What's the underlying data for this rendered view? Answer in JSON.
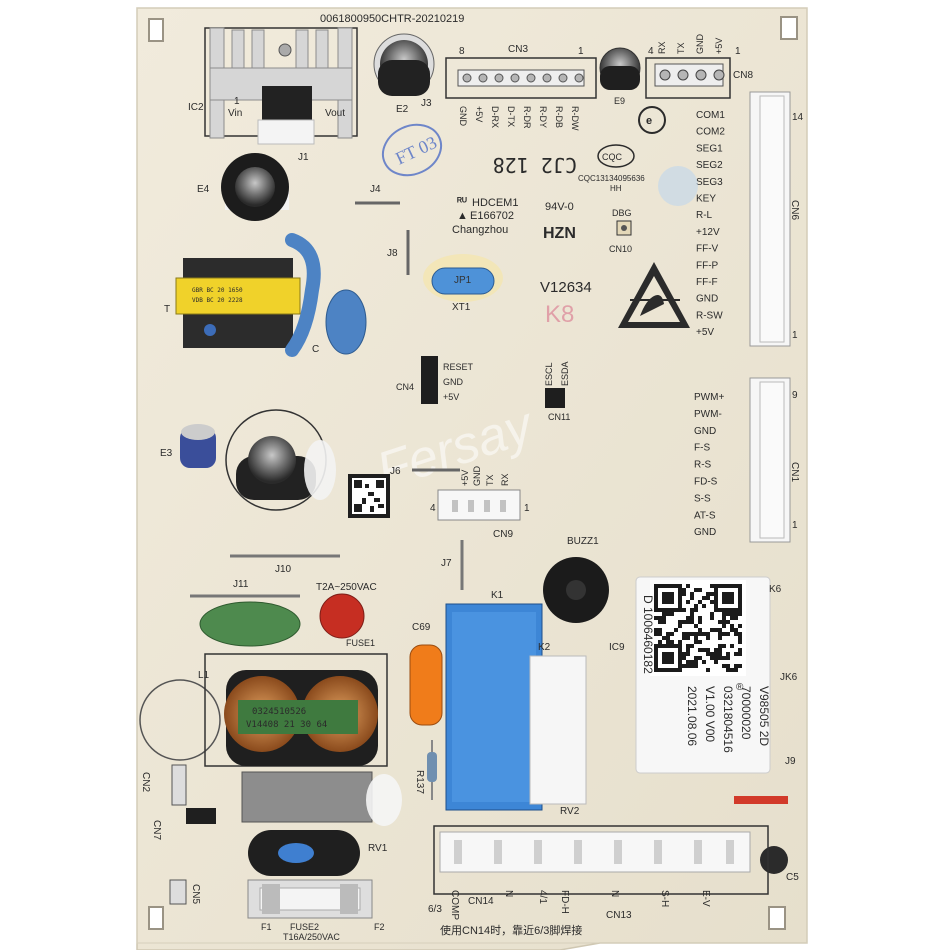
{
  "board": {
    "part_number": "0061800950CHTR-20210219",
    "colors": {
      "board": "#ece5d3",
      "silk": "#2b2b2b",
      "capacitor_blue": "#3b78c2",
      "relay_blue": "#3d86d6",
      "label_white": "#f7f7f7",
      "fuse_red": "#c62e22"
    }
  },
  "regulator": {
    "ic_label": "IC2",
    "pin1": "1",
    "vin": "Vin",
    "vout": "Vout",
    "jumper": "J1"
  },
  "cn3": {
    "name": "CN3",
    "pin_left": "8",
    "pin_right": "1",
    "pins": [
      "GND",
      "+5V",
      "D-RX",
      "D-TX",
      "R-DR",
      "R-DY",
      "R-DB",
      "R-DW"
    ]
  },
  "cn8": {
    "name": "CN8",
    "pin4": "4",
    "pin1": "1",
    "pins": [
      "RX",
      "TX",
      "GND",
      "+5V"
    ]
  },
  "cn6": {
    "name": "CN6",
    "pin_top": "14",
    "pin_bottom": "1",
    "pins": [
      "COM1",
      "COM2",
      "SEG1",
      "SEG2",
      "SEG3",
      "KEY",
      "R-L",
      "+12V",
      "FF-V",
      "FF-P",
      "FF-F",
      "GND",
      "R-SW",
      "+5V"
    ]
  },
  "cn1": {
    "name": "CN1",
    "pin_top": "9",
    "pin_bottom": "1",
    "pins": [
      "PWM+",
      "PWM-",
      "GND",
      "F-S",
      "R-S",
      "FD-S",
      "S-S",
      "AT-S",
      "GND"
    ]
  },
  "cn4": {
    "name": "CN4",
    "pins": [
      "RESET",
      "GND",
      "+5V"
    ]
  },
  "cn11": {
    "name": "CN11",
    "pins": [
      "ESCL",
      "ESDA"
    ]
  },
  "cn9": {
    "name": "CN9",
    "pin_left": "4",
    "pin_right": "1",
    "pins": [
      "+5V",
      "GND",
      "TX",
      "RX"
    ]
  },
  "cn10": {
    "name": "CN10",
    "label": "DBG"
  },
  "markings": {
    "cj": "CJ2 128",
    "stamp": "FT 03",
    "ul1": "HDCEM1",
    "ul2": "E166702",
    "ul3": "Changzhou",
    "v0": "94V-0",
    "hzn": "HZN",
    "xtal": "XT1",
    "xtal_jumper": "JP1",
    "version": "V12634",
    "kb": "K8",
    "cqc_logo": "CQC",
    "cqc_number": "CQC13134095636",
    "cqc_hh": "HH",
    "watermark": "Fersay"
  },
  "labels": {
    "e2": "E2",
    "j3": "J3",
    "e9": "E9",
    "e4": "E4",
    "j4": "J4",
    "j8": "J8",
    "t": "T",
    "c": "C",
    "e3": "E3",
    "j6": "J6",
    "j10": "J10",
    "j11": "J11",
    "j7": "J7",
    "buzz": "BUZZ1",
    "k1": "K1",
    "k2": "K2",
    "ic9": "IC9",
    "c69": "C69",
    "l1": "L1",
    "r137": "R137",
    "rv1": "RV1",
    "rv2": "RV2",
    "k6": "K6",
    "jk6": "JK6",
    "j9": "J9",
    "c5": "C5",
    "cn2": "CN2",
    "cn7": "CN7",
    "cn5": "CN5",
    "cn14": "CN14",
    "cn13": "CN13",
    "f1": "F1",
    "f2": "F2",
    "fuse1": "FUSE1",
    "fuse2": "FUSE2",
    "fuse1_rating": "T2A~250VAC",
    "fuse2_rating": "T16A/250VAC"
  },
  "choke_print": [
    "0324510526",
    "V14408 21 30 64"
  ],
  "transformer_print": [
    "GBR BC 20 1650",
    "VDB BC 20 2228"
  ],
  "bottom_pins": [
    "COMP",
    "N",
    "4/1",
    "FD-H",
    "N",
    "S-H",
    "E-V"
  ],
  "bottom_pin_extra": "6/3",
  "chinese_note": "使用CN14时，靠近6/3脚焊接",
  "sticker": {
    "lines": [
      "V98505   2D",
      "70000020",
      "0321804516",
      "V1.00 V00",
      "2021.08.06"
    ],
    "side_code": "D 1006460182",
    "symbol": "®"
  }
}
